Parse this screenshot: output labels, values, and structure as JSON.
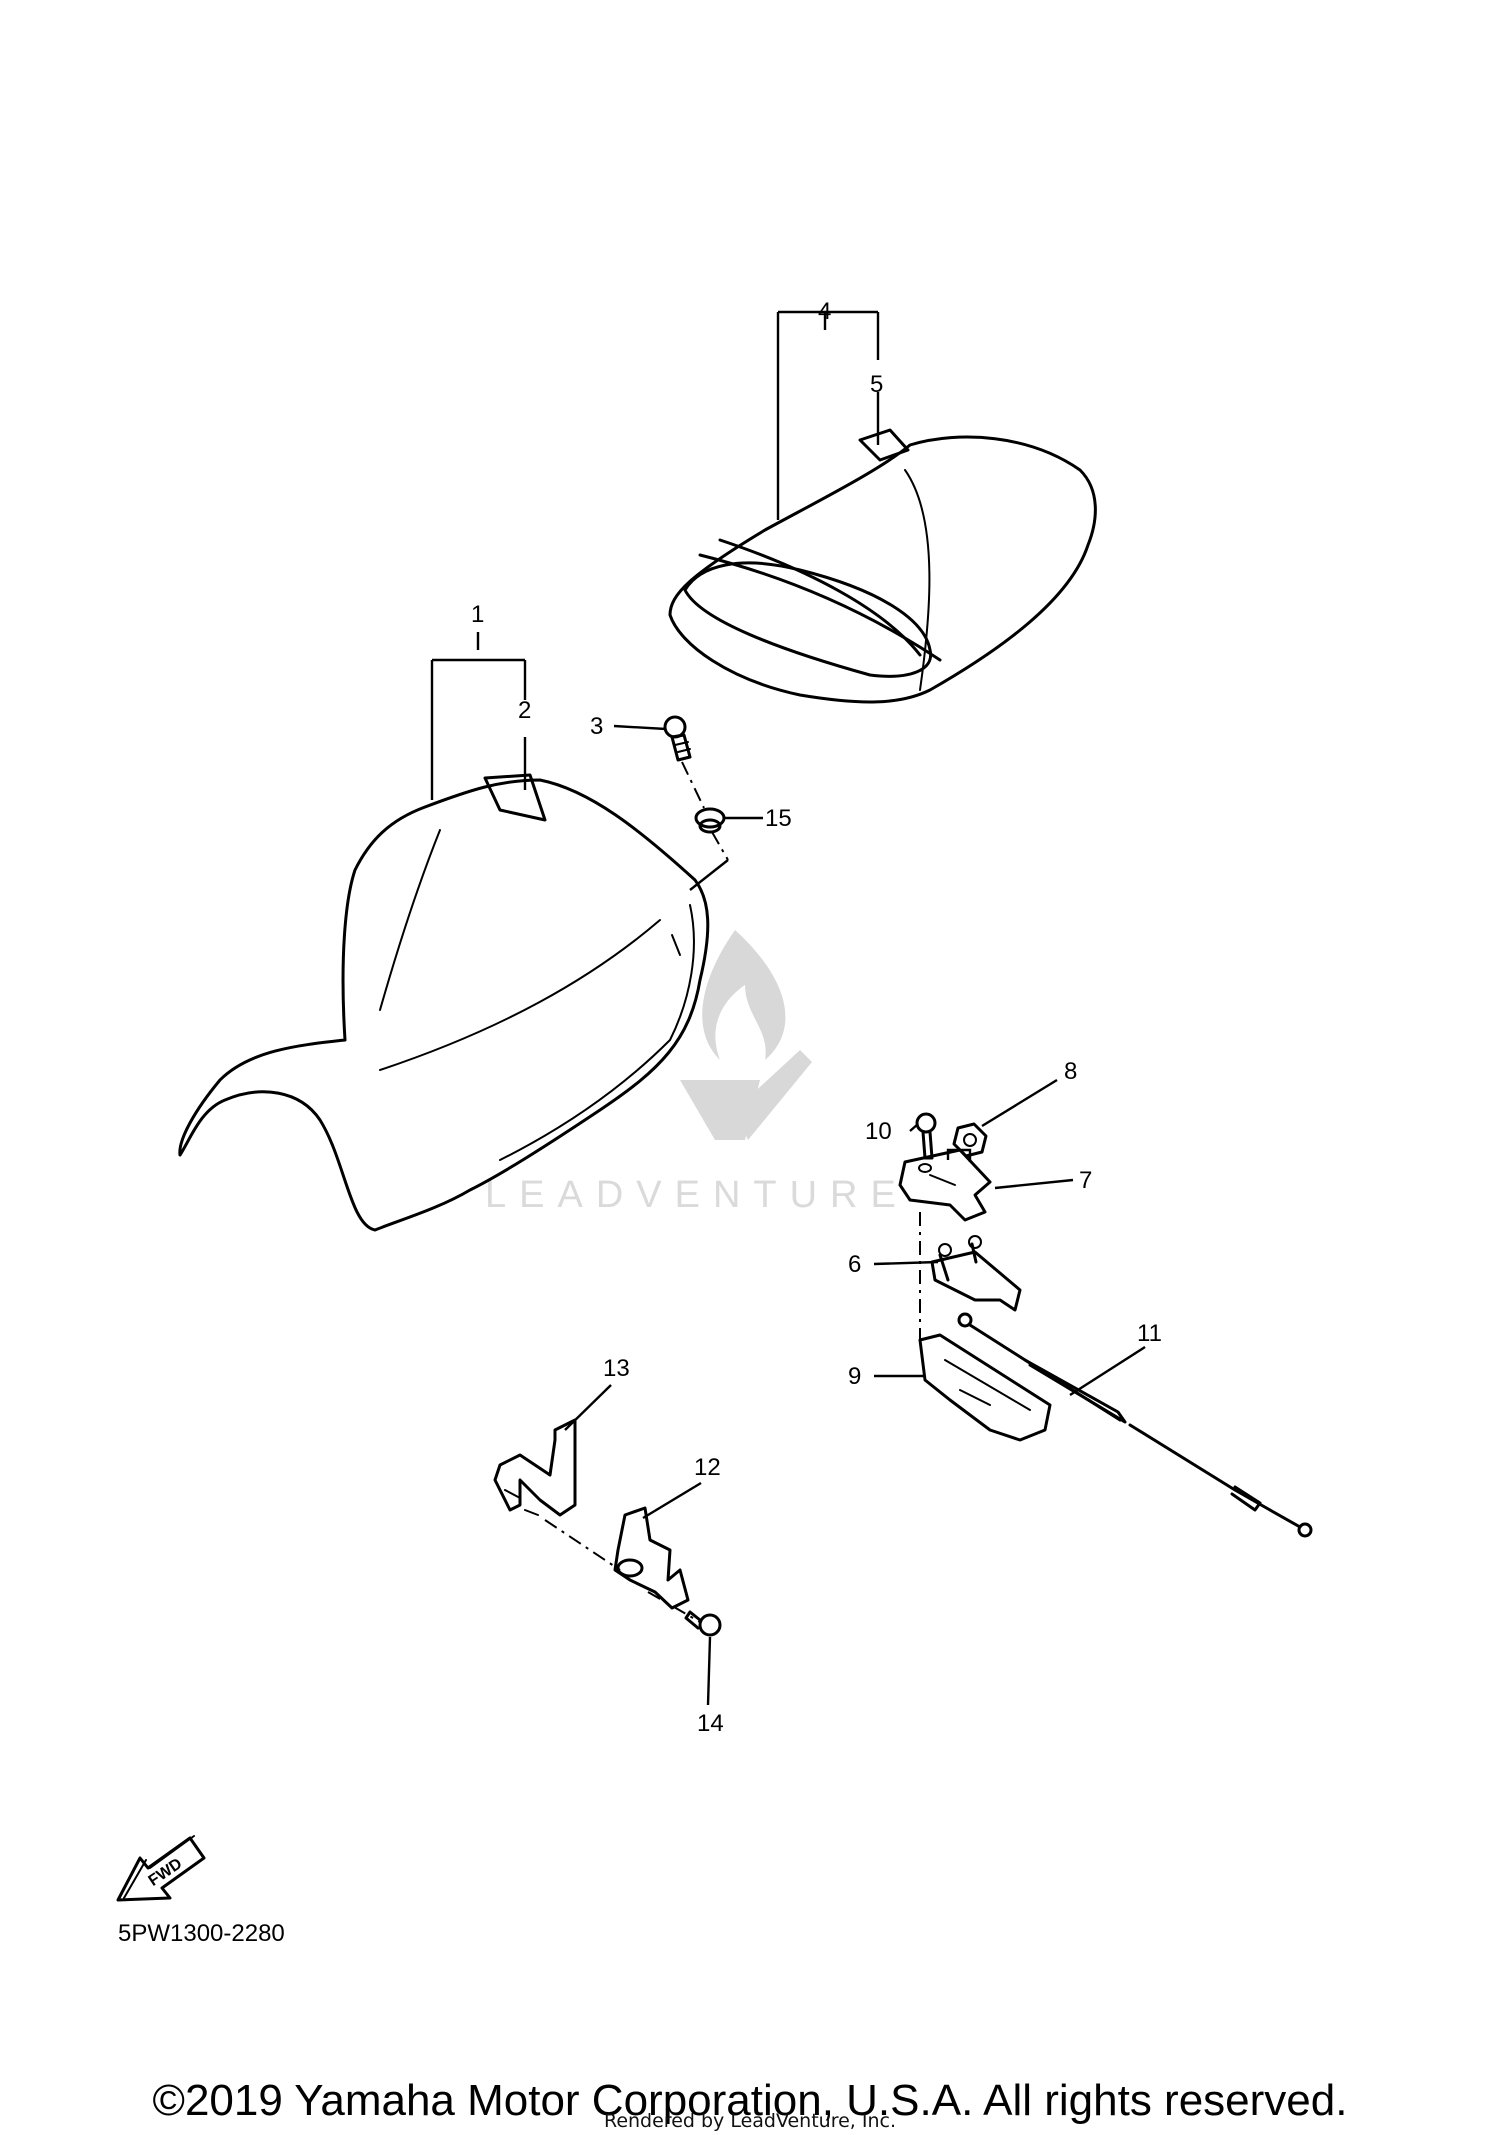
{
  "callouts": {
    "c1": "1",
    "c2": "2",
    "c3": "3",
    "c4": "4",
    "c5": "5",
    "c6": "6",
    "c7": "7",
    "c8": "8",
    "c9": "9",
    "c10": "10",
    "c11": "11",
    "c12": "12",
    "c13": "13",
    "c14": "14",
    "c15": "15"
  },
  "fwd_label": "FWD",
  "watermark": "LEADVENTURE",
  "diagram_code": "5PW1300-2280",
  "copyright": "©2019 Yamaha Motor Corporation, U.S.A. All rights reserved.",
  "rendered_by": "Rendered by LeadVenture, Inc."
}
